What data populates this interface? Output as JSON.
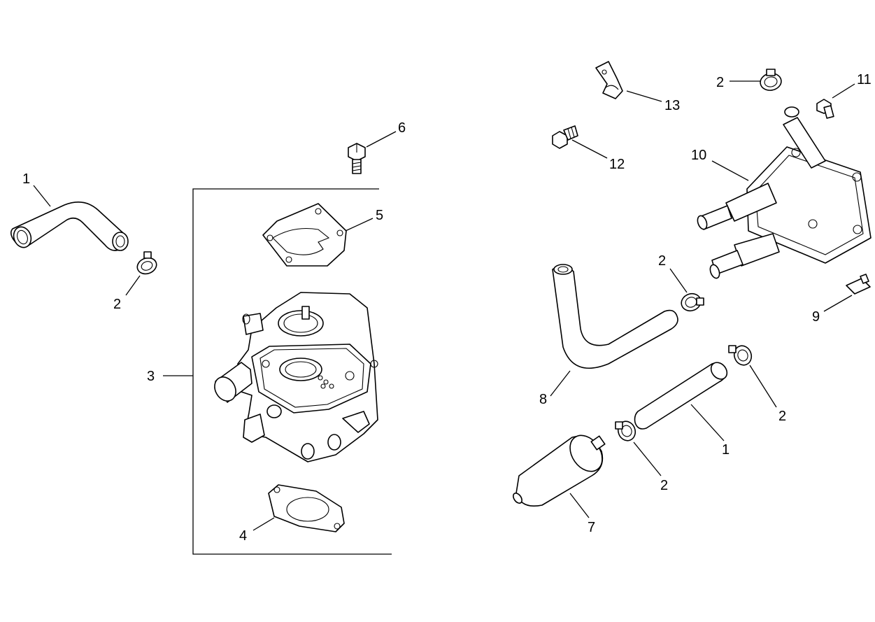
{
  "callouts": {
    "c1_left": "1",
    "c2_left": "2",
    "c3": "3",
    "c4": "4",
    "c5": "5",
    "c6": "6",
    "c2_top": "2",
    "c11": "11",
    "c13": "13",
    "c12": "12",
    "c10": "10",
    "c2_mid": "2",
    "c9": "9",
    "c8": "8",
    "c2_right": "2",
    "c1_right": "1",
    "c2_low": "2",
    "c7": "7"
  }
}
